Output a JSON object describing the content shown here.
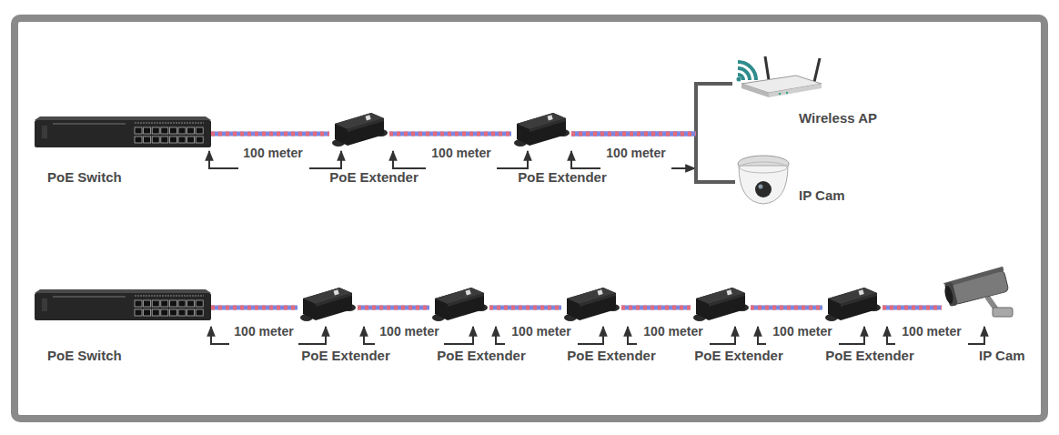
{
  "diagram": {
    "nodes": [
      {
        "text": [
          "PoE Switch"
        ]
      },
      {
        "text": [
          "PoE Extender"
        ]
      },
      {
        "text": [
          "PoE Extender"
        ]
      },
      {
        "text": [
          "Wireless AP"
        ]
      },
      {
        "text": [
          "IP Cam"
        ]
      },
      {
        "text": [
          "PoE Switch"
        ]
      },
      {
        "text": [
          "PoE Extender"
        ]
      },
      {
        "text": [
          "PoE Extender"
        ]
      },
      {
        "text": [
          "PoE Extender"
        ]
      },
      {
        "text": [
          "PoE Extender"
        ]
      },
      {
        "text": [
          "PoE Extender"
        ]
      },
      {
        "text": [
          "IP Cam"
        ]
      }
    ],
    "edges": [
      {
        "from": 0,
        "to": 1,
        "arrow": "none"
      },
      {
        "from": 1,
        "to": 2,
        "arrow": "none"
      },
      {
        "from": 2,
        "to": 3,
        "arrow": "none"
      },
      {
        "from": 2,
        "to": 4,
        "arrow": "none"
      },
      {
        "from": 5,
        "to": 6,
        "arrow": "none"
      },
      {
        "from": 6,
        "to": 7,
        "arrow": "none"
      },
      {
        "from": 7,
        "to": 8,
        "arrow": "none"
      },
      {
        "from": 8,
        "to": 9,
        "arrow": "none"
      },
      {
        "from": 9,
        "to": 10,
        "arrow": "none"
      },
      {
        "from": 10,
        "to": 11,
        "arrow": "none"
      }
    ],
    "labels": [
      "100 meter",
      "100 meter",
      "100 meter",
      "100 meter",
      "100 meter",
      "100 meter",
      "100 meter",
      "100 meter",
      "100 meter"
    ]
  }
}
